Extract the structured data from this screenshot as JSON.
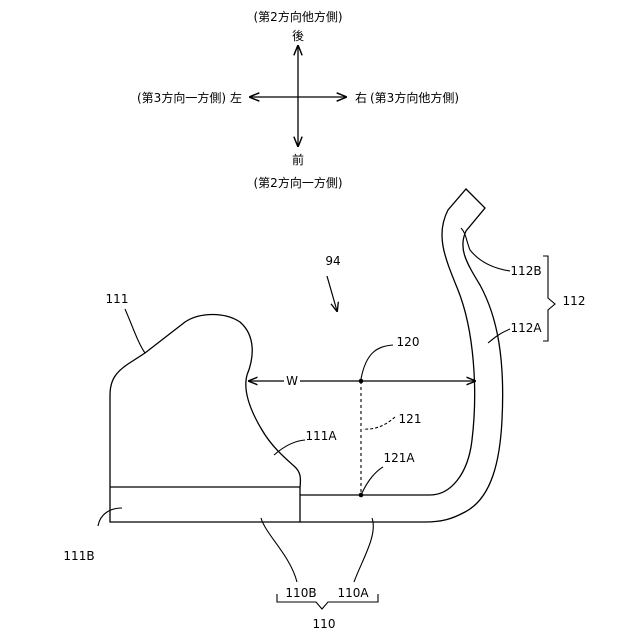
{
  "compass": {
    "back_note": "(第2方向他方側)",
    "back": "後",
    "front": "前",
    "front_note": "(第2方向一方側)",
    "left_note": "(第3方向一方側)",
    "left": "左",
    "right": "右",
    "right_note": "(第3方向他方側)"
  },
  "labels": {
    "fig_ref": "94",
    "part_111": "111",
    "part_111A": "111A",
    "part_111B": "111B",
    "part_110": "110",
    "part_110A": "110A",
    "part_110B": "110B",
    "part_112": "112",
    "part_112A": "112A",
    "part_112B": "112B",
    "point_120": "120",
    "line_121": "121",
    "point_121A": "121A",
    "width_W": "W"
  }
}
